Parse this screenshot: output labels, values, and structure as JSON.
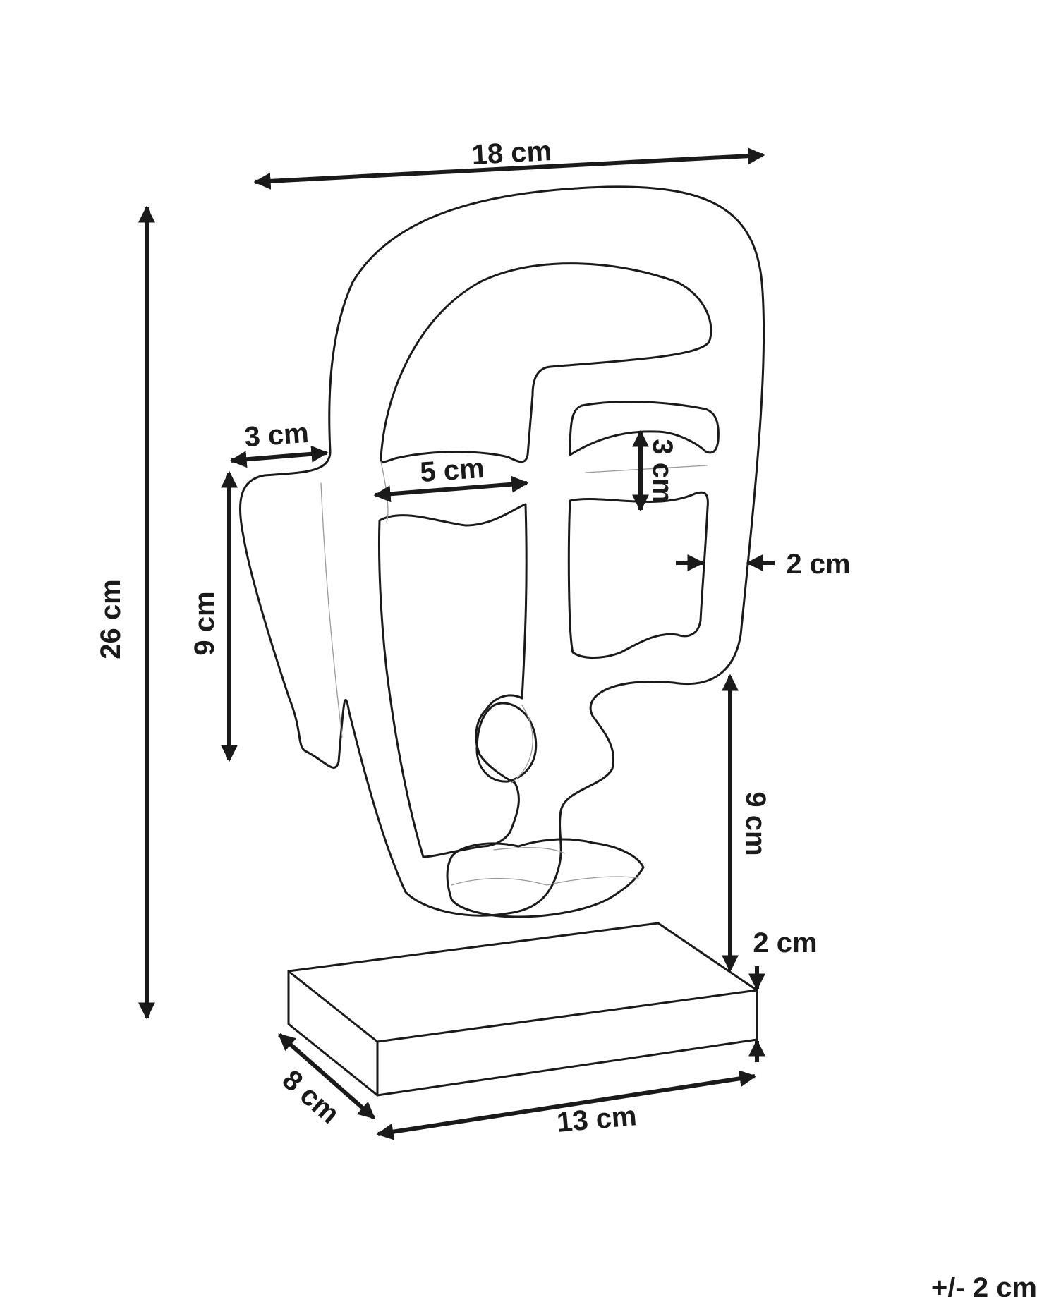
{
  "figure": {
    "subject": "face-sculpture-on-rectangular-base",
    "line_color": "#1a1a1a"
  },
  "dimensions": {
    "total_width": "18 cm",
    "total_height": "26 cm",
    "ear_depth": "3 cm",
    "ear_height": "9 cm",
    "eye_width": "5 cm",
    "eye_height": "3 cm",
    "frame_thickness": "2 cm",
    "chin_height": "9 cm",
    "base_height": "2 cm",
    "base_depth": "8 cm",
    "base_width": "13 cm"
  },
  "tolerance": "+/- 2 cm"
}
